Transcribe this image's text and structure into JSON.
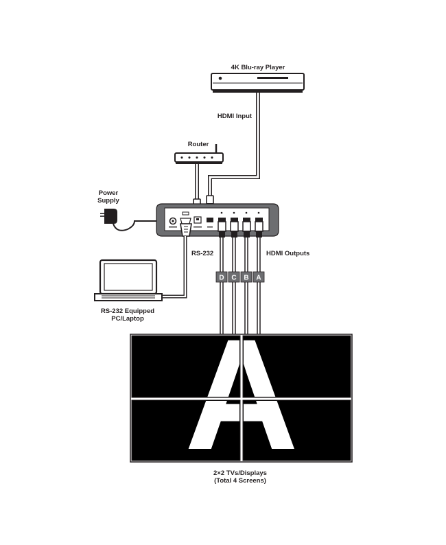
{
  "labels": {
    "player": "4K Blu-ray Player",
    "hdmi_input": "HDMI Input",
    "router": "Router",
    "power_supply_line1": "Power",
    "power_supply_line2": "Supply",
    "rs232": "RS-232",
    "hdmi_outputs": "HDMI Outputs",
    "pc_line1": "RS-232 Equipped",
    "pc_line2": "PC/Laptop",
    "displays_line1": "2×2 TVs/Displays",
    "displays_line2": "(Total 4 Screens)"
  },
  "output_letters": [
    "D",
    "C",
    "B",
    "A"
  ],
  "wall_letter": "A",
  "colors": {
    "ink": "#231f20",
    "device_gray": "#6d6e71",
    "cable_gray": "#939598",
    "screen": "#000000",
    "white": "#ffffff"
  }
}
